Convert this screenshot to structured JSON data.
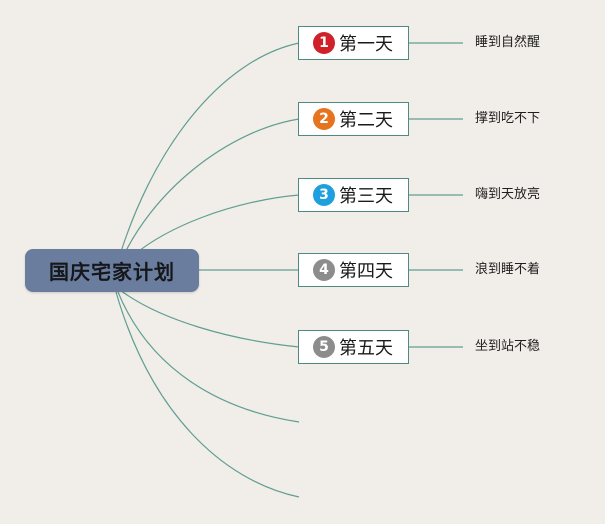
{
  "root": {
    "label": "国庆宅家计划",
    "color": "#6a7d9e"
  },
  "line_color": "#5f9e93",
  "days": [
    {
      "number": "1",
      "label": "第一天",
      "note": "睡到自然醒",
      "badge_color": "#d0202a"
    },
    {
      "number": "2",
      "label": "第二天",
      "note": "撑到吃不下",
      "badge_color": "#e8731e"
    },
    {
      "number": "3",
      "label": "第三天",
      "note": "嗨到天放亮",
      "badge_color": "#1ea0de"
    },
    {
      "number": "4",
      "label": "第四天",
      "note": "浪到睡不着",
      "badge_color": "#8c8c8c"
    },
    {
      "number": "5",
      "label": "第五天",
      "note": "坐到站不稳",
      "badge_color": "#8c8c8c"
    }
  ]
}
